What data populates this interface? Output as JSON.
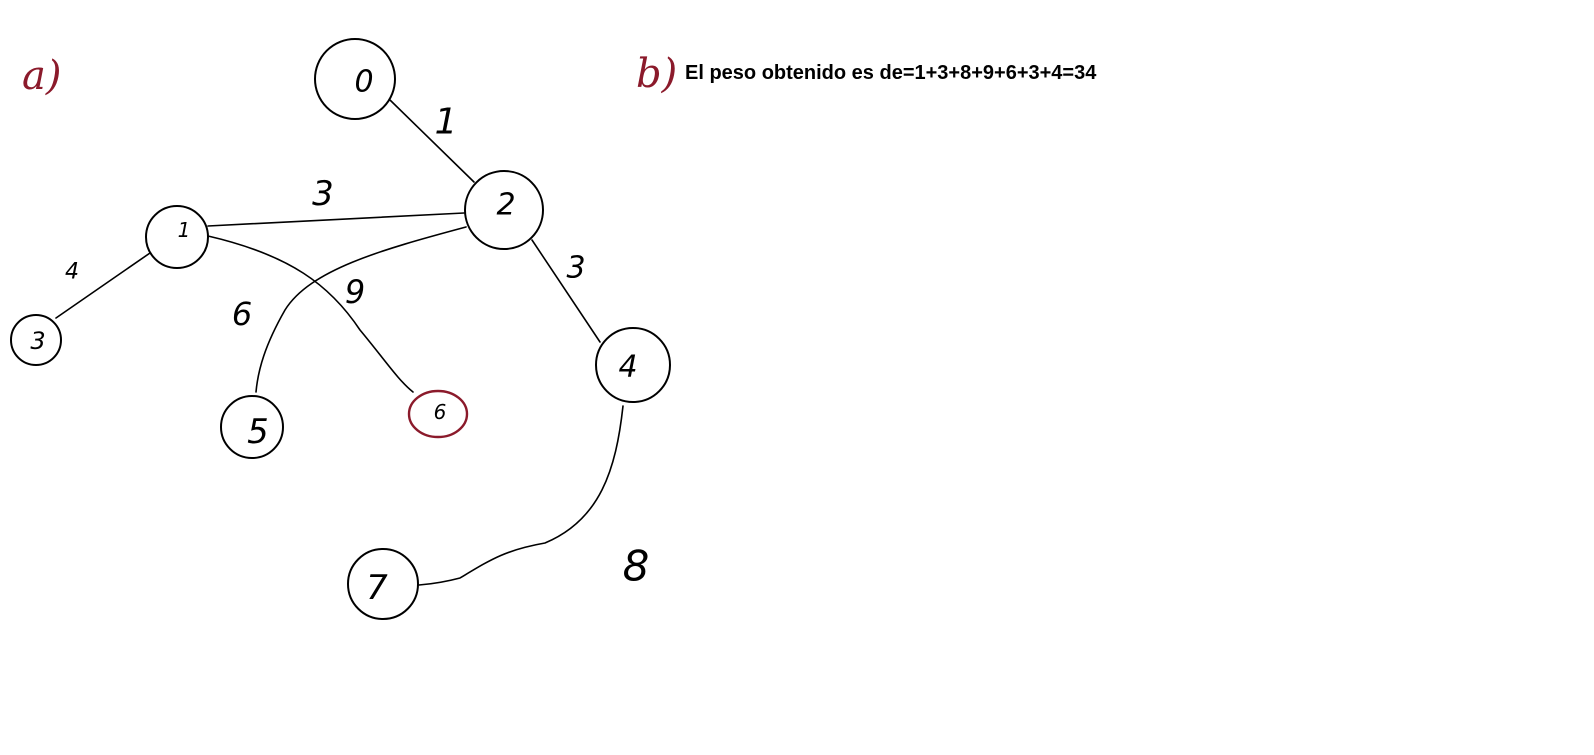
{
  "part_a_label": "a)",
  "part_b_label": "b)",
  "answer_text": "El peso obtenido es de=1+3+8+9+6+3+4=34",
  "colors": {
    "ink": "#000000",
    "label_red": "#8b1a2b",
    "background": "#ffffff"
  },
  "graph": {
    "nodes": [
      {
        "id": "n0",
        "label": "0"
      },
      {
        "id": "n1",
        "label": "1"
      },
      {
        "id": "n2",
        "label": "2"
      },
      {
        "id": "n3",
        "label": "3"
      },
      {
        "id": "n4",
        "label": "4"
      },
      {
        "id": "n5",
        "label": "5"
      },
      {
        "id": "n6",
        "label": "6",
        "highlighted": true
      },
      {
        "id": "n7",
        "label": "7"
      }
    ],
    "edges": [
      {
        "from": "0",
        "to": "2",
        "weight": "1"
      },
      {
        "from": "1",
        "to": "2",
        "weight": "3"
      },
      {
        "from": "2",
        "to": "4",
        "weight": "3"
      },
      {
        "from": "1",
        "to": "3",
        "weight": "4"
      },
      {
        "from": "1",
        "to": "6",
        "weight": "9"
      },
      {
        "from": "2",
        "to": "5",
        "weight": "6"
      },
      {
        "from": "4",
        "to": "7",
        "weight": "8"
      }
    ]
  }
}
